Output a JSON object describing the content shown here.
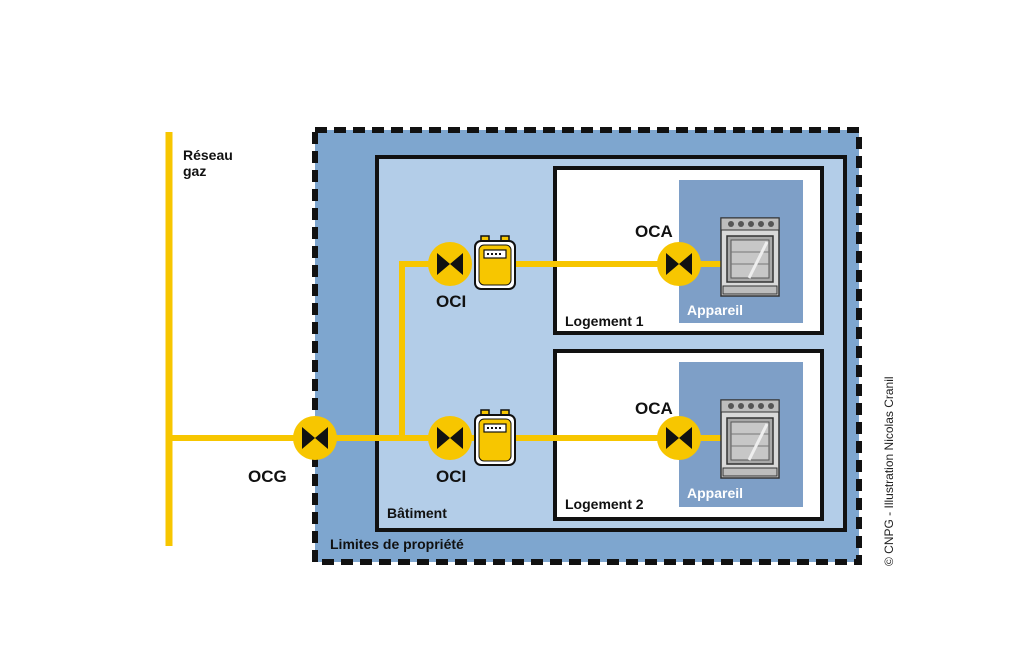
{
  "network": {
    "label_line1": "Réseau",
    "label_line2": "gaz"
  },
  "valves": {
    "ocg": "OCG",
    "oci_1": "OCI",
    "oci_2": "OCI",
    "oca_1": "OCA",
    "oca_2": "OCA"
  },
  "zones": {
    "property": "Limites de propriété",
    "building": "Bâtiment",
    "dwelling_1": "Logement 1",
    "dwelling_2": "Logement 2",
    "appliance_1": "Appareil",
    "appliance_2": "Appareil"
  },
  "credit": "© CNPG - Illustration Nicolas Cranil",
  "colors": {
    "pipe": "#f7c600",
    "property_bg": "#7ea6cf",
    "building_bg": "#b3cde8",
    "appliance_bg": "#7e9fc7",
    "dark": "#111111"
  }
}
